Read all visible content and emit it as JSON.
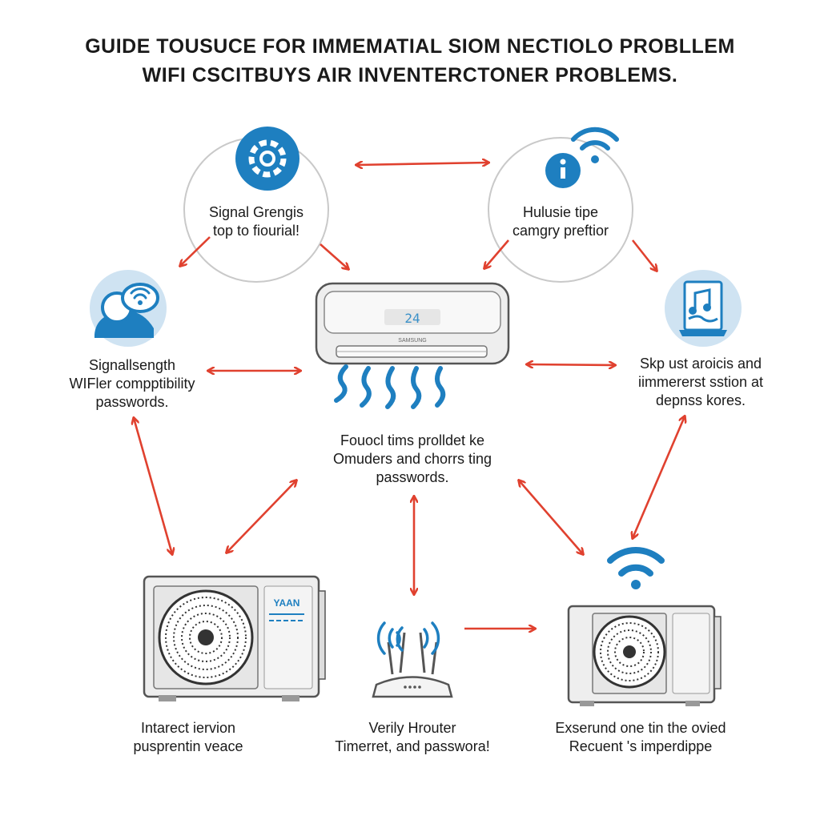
{
  "title": {
    "line1": "GUIDE TOUSUCE FOR  IMMEMATIAL SIOM NECTIOLO PROBLLEM",
    "line2": "WIFI CSCITBUYS AIR INVENTERCTONER PROBLEMS."
  },
  "nodes": {
    "signal_circle": {
      "lines": [
        "Signal Grengis",
        "top to fiourial!"
      ]
    },
    "tips_circle": {
      "lines": [
        "Hulusie tipe",
        "camgry preftior"
      ]
    },
    "left_user": {
      "lines": [
        "Signallsength",
        "WIFler compptibility",
        "passwords."
      ]
    },
    "right_tablet": {
      "lines": [
        "Skp ust aroicis and",
        "iimmererst sstion at",
        "depnss kores."
      ]
    },
    "center": {
      "lines": [
        "Fouocl tims prolldet ke",
        "Omuders and chorrs ting",
        "passwords."
      ]
    },
    "outdoor_left": {
      "lines": [
        "Intarect iervion",
        "pusprentin veace"
      ]
    },
    "router": {
      "lines": [
        "Verily Hrouter",
        "Timerret, and passwora!"
      ]
    },
    "outdoor_right": {
      "lines": [
        "Exserund one tin the ovied",
        "Recuent 's imperdippe"
      ]
    }
  },
  "indoor_unit": {
    "display": "24",
    "brand": "SAMSUNG"
  },
  "outdoor_left_panel": "YAAN",
  "icons": [
    "gear-icon",
    "wifi-icon",
    "info-icon",
    "user-icon",
    "tablet-icon",
    "music-note-icon",
    "router-icon",
    "fan-icon",
    "air-conditioner-icon"
  ],
  "colors": {
    "arrow": "#e0412f",
    "accent_blue": "#1e7fc0",
    "circle_border": "#c9c9c9",
    "icon_bg": "#cfe3f2",
    "appliance": "#eeeeee",
    "appliance_stroke": "#555555"
  }
}
